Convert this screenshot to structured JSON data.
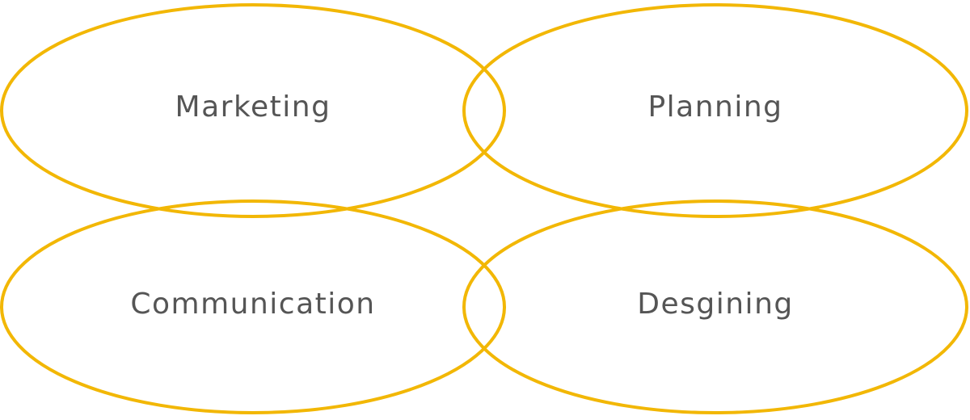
{
  "colors": {
    "ring_stroke": "#F2B705",
    "label_text": "#555555",
    "background": "#FFFFFF"
  },
  "circles": [
    {
      "id": "marketing",
      "label": "Marketing"
    },
    {
      "id": "planning",
      "label": "Planning"
    },
    {
      "id": "communication",
      "label": "Communication"
    },
    {
      "id": "designing",
      "label": "Desgining"
    }
  ]
}
